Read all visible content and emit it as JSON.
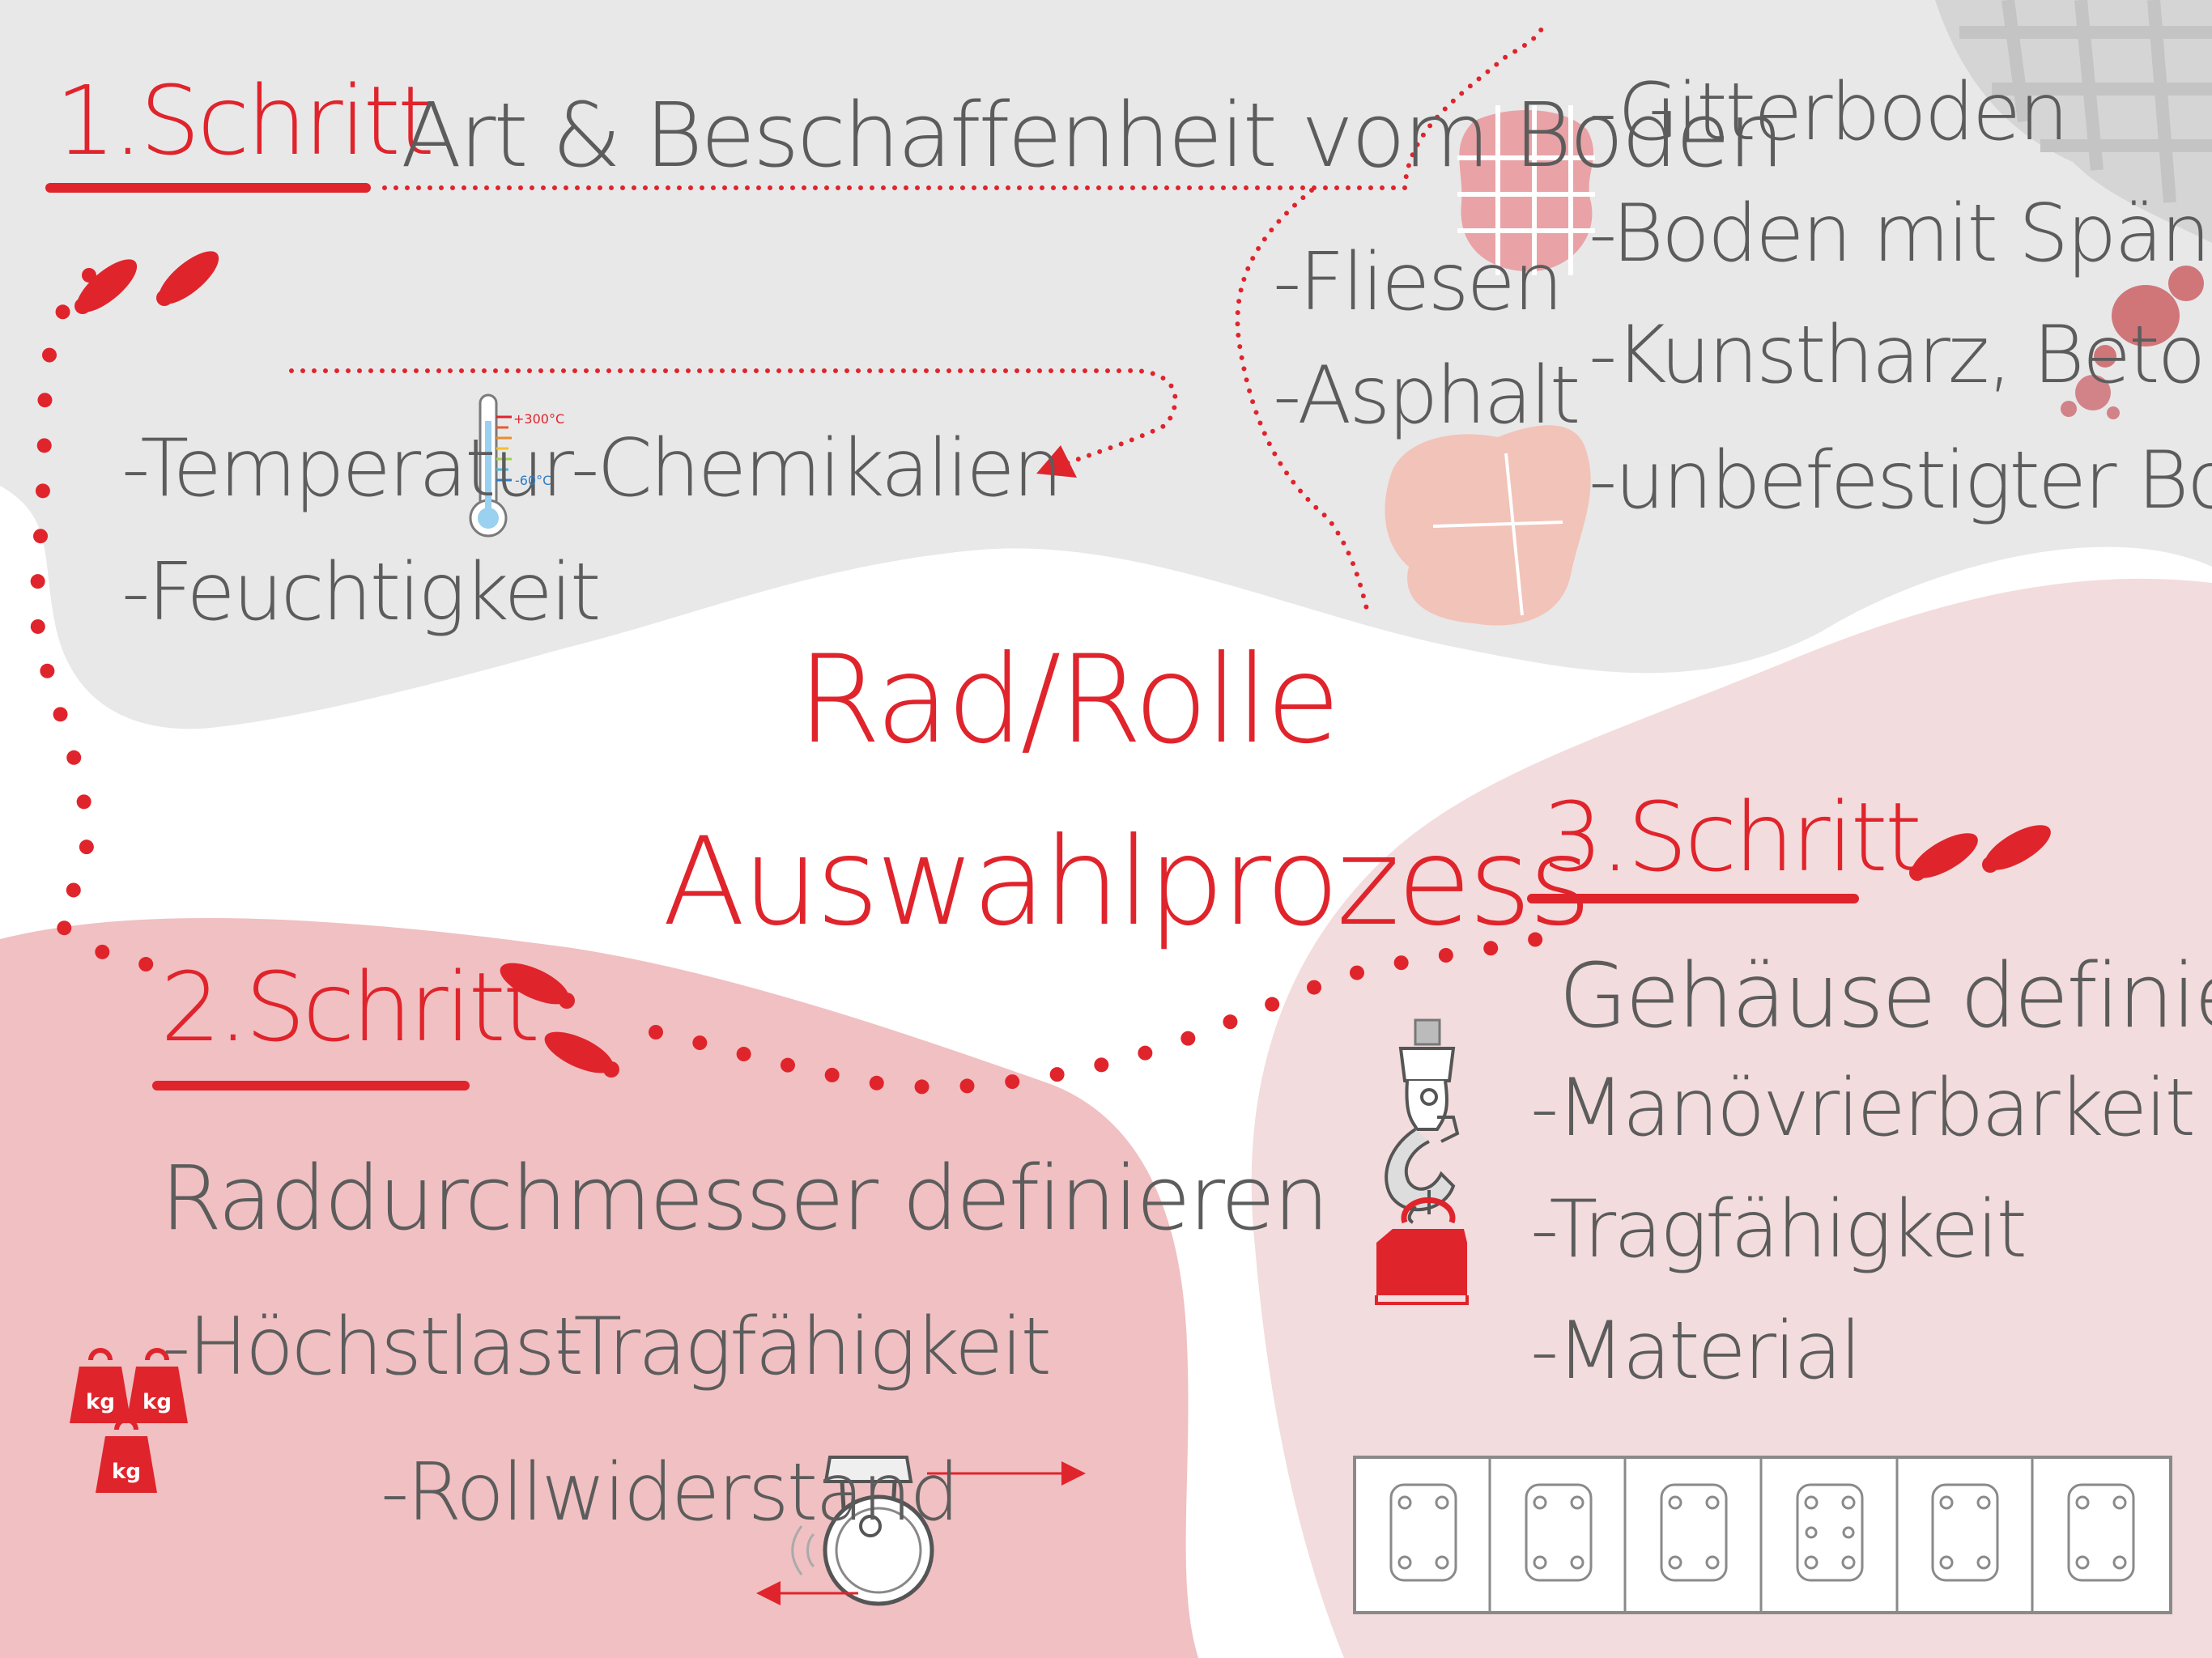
{
  "title": {
    "line1": "Rad/Rolle",
    "line2": "Auswahlprozess"
  },
  "step1": {
    "label": "1.Schritt",
    "heading": "Art & Beschaffenheit vom Boden",
    "conditions": [
      "-Temperatur",
      "-Chemikalien",
      "-Feuchtigkeit"
    ],
    "thermometer": {
      "max_label": "+300°C",
      "min_label": "-60°C"
    },
    "floors_left": [
      "-Fliesen",
      "-Asphalt"
    ],
    "floors_right": [
      "-Gitterboden",
      "-Boden mit Spänen",
      "-Kunstharz, Beton",
      "-unbefestigter Boden"
    ]
  },
  "step2": {
    "label": "2.Schritt",
    "heading": "Raddurchmesser definieren",
    "items": [
      "-Höchstlast",
      "-Tragfähigkeit",
      "-Rollwiderstand"
    ],
    "weight_label": "kg"
  },
  "step3": {
    "label": "3.Schritt",
    "heading": "Gehäuse definieren",
    "items": [
      "-Manövrierbarkeit",
      "-Tragfähigkeit",
      "-Material"
    ]
  },
  "icons": [
    "footsteps-icon",
    "thermometer-icon",
    "tile-icon",
    "asphalt-icon",
    "grid-floor-icon",
    "paint-splash-icon",
    "weight-icon",
    "caster-wheel-icon",
    "crane-hook-icon",
    "mounting-plate-icon"
  ],
  "colors": {
    "accent": "#e0242c",
    "grey_area": "#e8e8e9",
    "pink_area_2": "#f0c0c2",
    "pink_area_3": "#f3dcdd",
    "text": "#5c5c5c"
  }
}
